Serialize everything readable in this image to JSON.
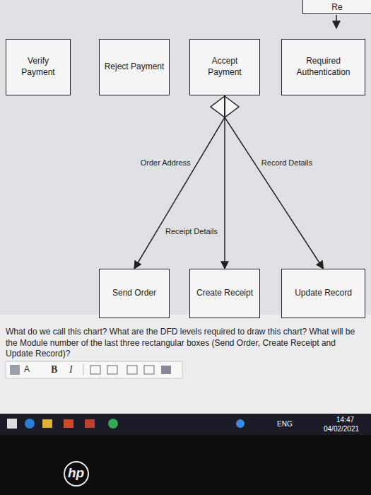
{
  "diagram": {
    "nodes": [
      {
        "text": [
          "Re"
        ]
      },
      {
        "text": [
          "Verify Payment"
        ]
      },
      {
        "text": [
          "Reject Payment"
        ]
      },
      {
        "text": [
          "Accept Payment"
        ]
      },
      {
        "text": [
          "Required Authentication"
        ]
      },
      {
        "text": [
          "Send Order"
        ]
      },
      {
        "text": [
          "Create Receipt"
        ]
      },
      {
        "text": [
          "Update Record"
        ]
      }
    ],
    "edges": [
      {
        "from": 3,
        "to": 5,
        "label": "Order Address",
        "arrow": "to"
      },
      {
        "from": 3,
        "to": 6,
        "label": "Receipt Details",
        "arrow": "to"
      },
      {
        "from": 3,
        "to": 7,
        "label": "Record Details",
        "arrow": "to"
      }
    ],
    "labels": [
      "What do we call this chart? What are the DFD levels required to draw this chart? What will be the Module number of the last three rectangular boxes (Send Order, Create Receipt and Update Record)?",
      "A",
      "B",
      "I",
      "ENG",
      "14:47",
      "04/02/2021",
      "hp"
    ]
  }
}
